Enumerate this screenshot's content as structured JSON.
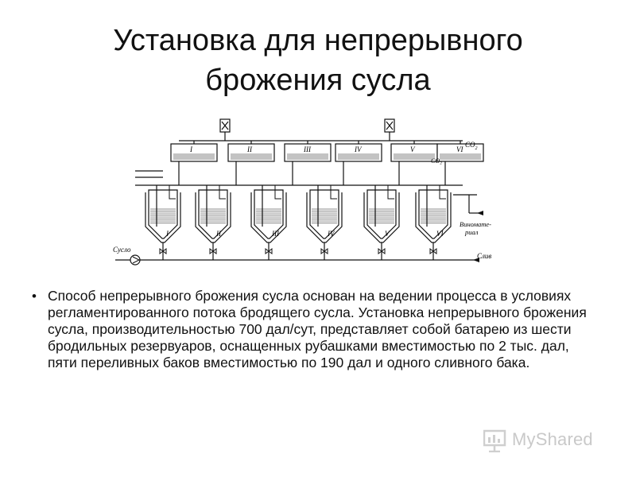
{
  "slide": {
    "title_line1": "Установка для непрерывного",
    "title_line2": "брожения сусла",
    "bullet": "•",
    "body": "Способ непрерывного брожения сусла основан на ведении процесса в условиях регламентированного потока бродящего сусла. Установка непрерывного брожения сусла, производительностью 700 дал/сут, представляет собой батарею из шести бродильных резервуаров, оснащенных рубашками вместимостью по 2 тыс. дал, пяти переливных баков вместимостью по 190 дал и одного сливного бака."
  },
  "diagram": {
    "top_tanks": [
      "I",
      "II",
      "III",
      "IV",
      "V",
      "VI"
    ],
    "fermenters": [
      "I",
      "II",
      "III",
      "IV",
      "V",
      "VI"
    ],
    "co2": "CO",
    "co2_sub": "2",
    "co2_mid": "CO₂",
    "inlet": "Сусло",
    "outlet": "Слив",
    "side1": "Виноматe-",
    "side2": "риал"
  },
  "watermark": {
    "text": "MyShared"
  }
}
